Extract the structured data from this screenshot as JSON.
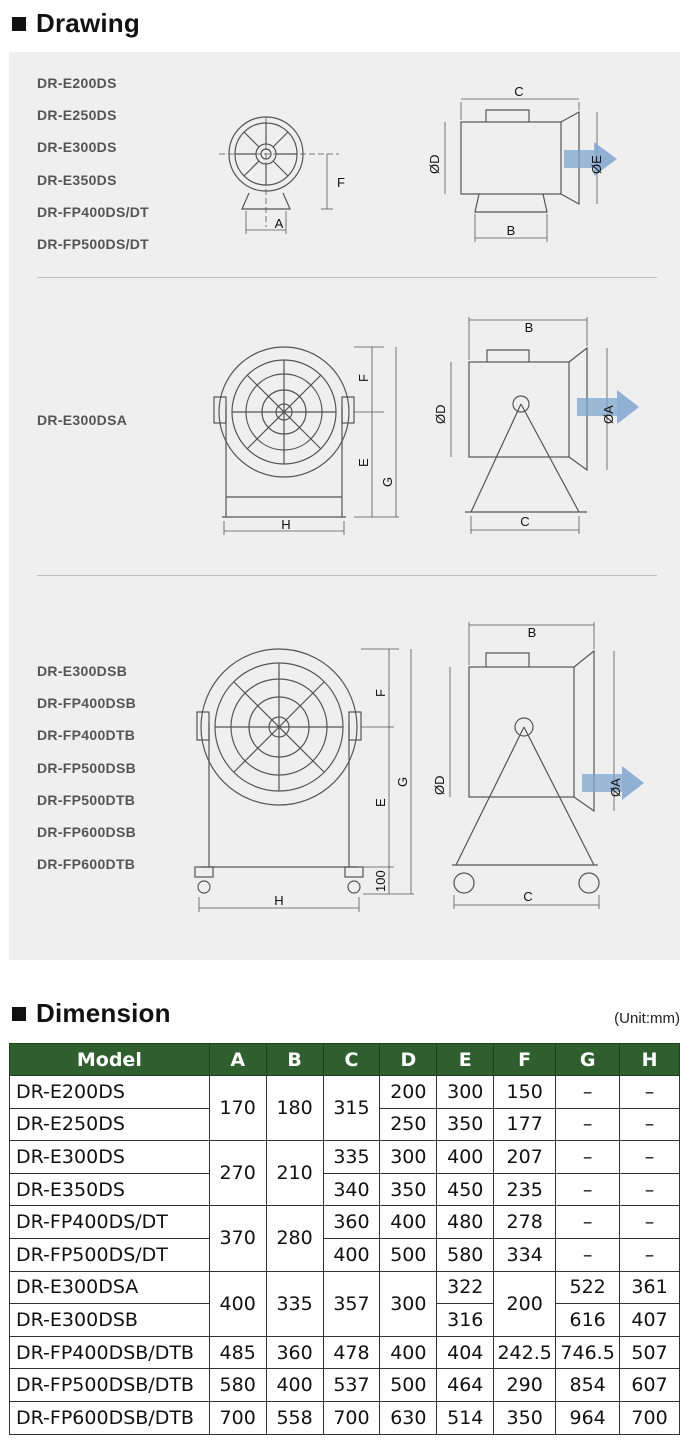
{
  "drawing": {
    "title": "Drawing",
    "group1": {
      "models": [
        "DR-E200DS",
        "DR-E250DS",
        "DR-E300DS",
        "DR-E350DS",
        "DR-FP400DS/DT",
        "DR-FP500DS/DT"
      ],
      "front_labels": {
        "a": "A",
        "f": "F"
      },
      "side_labels": {
        "c": "C",
        "d": "ØD",
        "e": "ØE",
        "b": "B"
      }
    },
    "group2": {
      "models": [
        "DR-E300DSA"
      ],
      "front_labels": {
        "f": "F",
        "g": "G",
        "e": "E",
        "h": "H"
      },
      "side_labels": {
        "b": "B",
        "d": "ØD",
        "a": "ØA",
        "c": "C"
      }
    },
    "group3": {
      "models": [
        "DR-E300DSB",
        "DR-FP400DSB",
        "DR-FP400DTB",
        "DR-FP500DSB",
        "DR-FP500DTB",
        "DR-FP600DSB",
        "DR-FP600DTB"
      ],
      "front_labels": {
        "f": "F",
        "g": "G",
        "e": "E",
        "h": "H",
        "wheel": "100"
      },
      "side_labels": {
        "b": "B",
        "d": "ØD",
        "a": "ØA",
        "c": "C"
      }
    },
    "colors": {
      "panel": "#efefef",
      "line": "#555555",
      "arrow": "#7fa6cf"
    }
  },
  "dimension": {
    "title": "Dimension",
    "unit": "(Unit:mm)",
    "header_color": "#2f5e2f",
    "columns": [
      "Model",
      "A",
      "B",
      "C",
      "D",
      "E",
      "F",
      "G",
      "H"
    ],
    "rows": [
      {
        "model": "DR-E200DS",
        "a": "170",
        "b": "180",
        "c": "315",
        "d": "200",
        "e": "300",
        "f": "150",
        "g": "–",
        "h": "–"
      },
      {
        "model": "DR-E250DS",
        "d": "250",
        "e": "350",
        "f": "177",
        "g": "–",
        "h": "–"
      },
      {
        "model": "DR-E300DS",
        "a": "270",
        "b": "210",
        "c": "335",
        "d": "300",
        "e": "400",
        "f": "207",
        "g": "–",
        "h": "–"
      },
      {
        "model": "DR-E350DS",
        "c": "340",
        "d": "350",
        "e": "450",
        "f": "235",
        "g": "–",
        "h": "–"
      },
      {
        "model": "DR-FP400DS/DT",
        "a": "370",
        "b": "280",
        "c": "360",
        "d": "400",
        "e": "480",
        "f": "278",
        "g": "–",
        "h": "–"
      },
      {
        "model": "DR-FP500DS/DT",
        "c": "400",
        "d": "500",
        "e": "580",
        "f": "334",
        "g": "–",
        "h": "–"
      },
      {
        "model": "DR-E300DSA",
        "a": "400",
        "b": "335",
        "c": "357",
        "d": "300",
        "e": "322",
        "f": "200",
        "g": "522",
        "h": "361"
      },
      {
        "model": "DR-E300DSB",
        "e": "316",
        "g": "616",
        "h": "407"
      },
      {
        "model": "DR-FP400DSB/DTB",
        "a": "485",
        "b": "360",
        "c": "478",
        "d": "400",
        "e": "404",
        "f": "242.5",
        "g": "746.5",
        "h": "507"
      },
      {
        "model": "DR-FP500DSB/DTB",
        "a": "580",
        "b": "400",
        "c": "537",
        "d": "500",
        "e": "464",
        "f": "290",
        "g": "854",
        "h": "607"
      },
      {
        "model": "DR-FP600DSB/DTB",
        "a": "700",
        "b": "558",
        "c": "700",
        "d": "630",
        "e": "514",
        "f": "350",
        "g": "964",
        "h": "700"
      }
    ]
  }
}
